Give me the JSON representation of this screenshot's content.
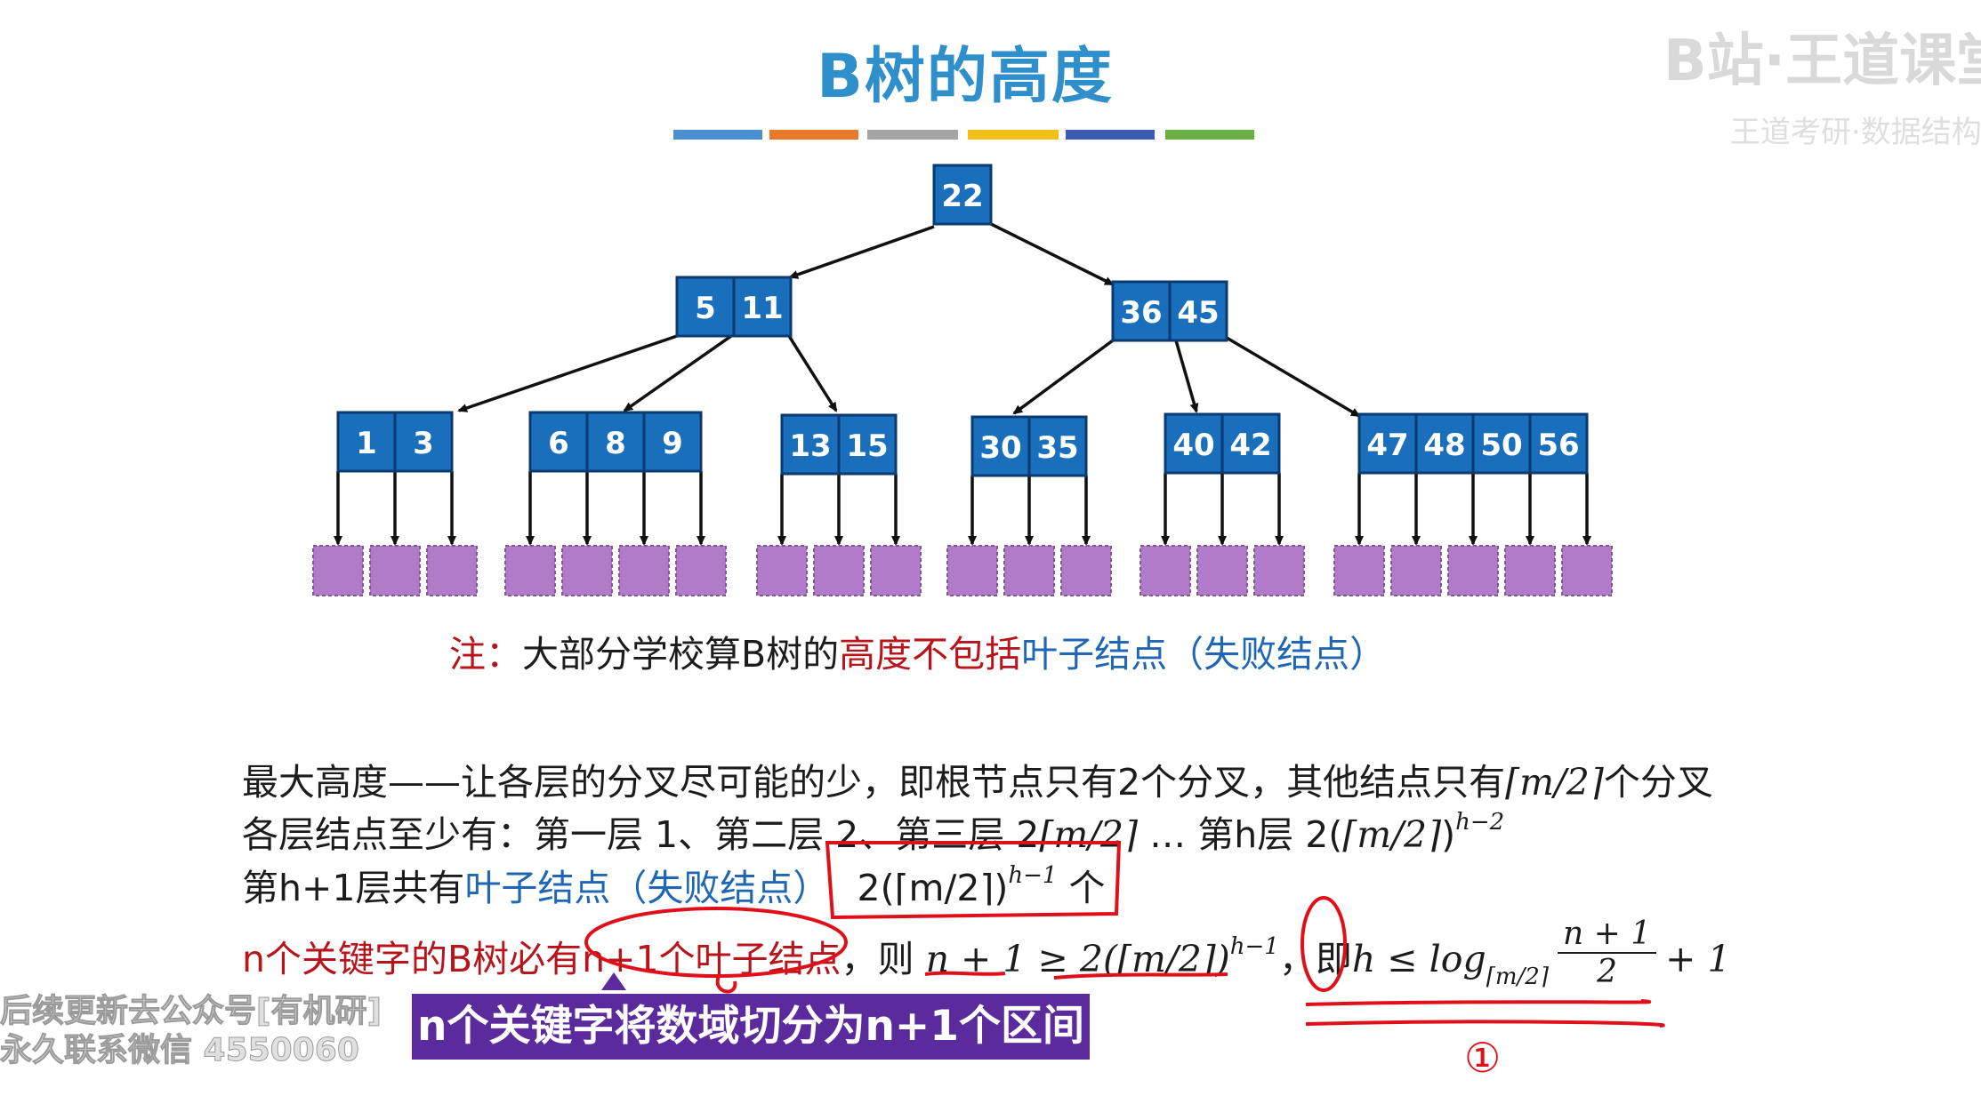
{
  "title": "B树的高度",
  "watermark": {
    "line1": "B站·王道课堂",
    "line2": "王道考研·数据结构"
  },
  "color_bar": [
    "#4a8fd4",
    "#e8792a",
    "#a5a5a5",
    "#f2be1a",
    "#3c5cb4",
    "#6ab045"
  ],
  "tree": {
    "root": [
      "22"
    ],
    "level2": [
      [
        "5",
        "11"
      ],
      [
        "36",
        "45"
      ]
    ],
    "level3": [
      [
        "1",
        "3"
      ],
      [
        "6",
        "8",
        "9"
      ],
      [
        "13",
        "15"
      ],
      [
        "30",
        "35"
      ],
      [
        "40",
        "42"
      ],
      [
        "47",
        "48",
        "50",
        "56"
      ]
    ]
  },
  "note": {
    "prefix": "注：",
    "part1": "大部分学校算B树的",
    "part2": "高度不包括",
    "part3": "叶子结点（失败结点）"
  },
  "lines": {
    "l1": "最大高度——让各层的分叉尽可能的少，即根节点只有2个分叉，其他结点只有",
    "l1_math": "⌈m/2⌉",
    "l1_end": "个分叉",
    "l2": "各层结点至少有：第一层 1、第二层 2、第三层 2",
    "l2_math": "⌈m/2⌉",
    "l2_mid": " … 第h层 2(",
    "l2_math2": "⌈m/2⌉",
    "l2_close": ")",
    "l2_sup": "h−2",
    "l3_a": "第h+1层共有",
    "l3_b": "叶子结点（失败结点）",
    "l3_formula": "2(⌈m/2⌉)",
    "l3_sup": "h−1",
    "l3_end": " 个",
    "l4_a": "n个关键字的B树必有n+1个叶子结点",
    "l4_b": "，则 ",
    "l4_math": "n + 1 ≥ 2(⌈m/2⌉)",
    "l4_sup": "h−1",
    "l4_c": "，即",
    "l4_h": "h",
    "l4_le": " ≤ log",
    "l4_sub": "⌈m/2⌉",
    "l4_num": "n + 1",
    "l4_den": "2",
    "l4_plus": "+ 1"
  },
  "caption": "n个关键字将数域切分为n+1个区间",
  "ad": {
    "line1": "后续更新去公众号[有机研]",
    "line2": "永久联系微信 4550060"
  },
  "annotation_mark": "①"
}
